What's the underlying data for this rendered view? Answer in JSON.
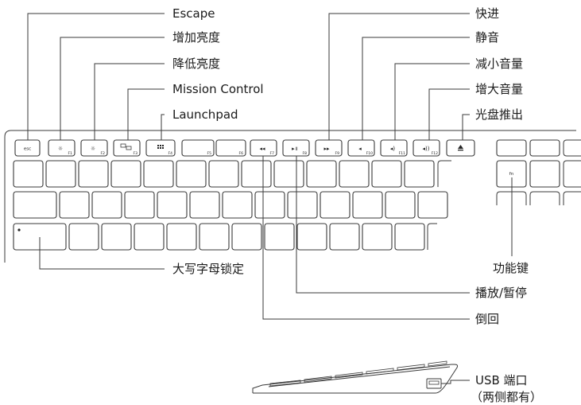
{
  "labels": {
    "escape": "Escape",
    "brightness_up": "增加亮度",
    "brightness_down": "降低亮度",
    "mission_control": "Mission Control",
    "launchpad": "Launchpad",
    "fast_forward": "快进",
    "mute": "静音",
    "volume_down": "减小音量",
    "volume_up": "增大音量",
    "eject": "光盘推出",
    "caps_lock": "大写字母锁定",
    "function_key": "功能键",
    "play_pause": "播放/暂停",
    "rewind": "倒回",
    "usb_port": "USB 端口",
    "usb_note": "（两侧都有）"
  },
  "keys": {
    "esc": "esc",
    "fn": "fn",
    "f1": "F1",
    "f2": "F2",
    "f3": "F3",
    "f4": "F4",
    "f5": "F5",
    "f6": "F6",
    "f7": "F7",
    "f8": "F8",
    "f9": "F9",
    "f10": "F10",
    "f11": "F11",
    "f12": "F12"
  },
  "icons": {
    "brightness_down": "sun-small-icon",
    "brightness_up": "sun-large-icon",
    "mission_control": "mission-control-icon",
    "launchpad": "launchpad-grid-icon",
    "rewind": "rewind-icon",
    "play_pause": "play-pause-icon",
    "fast_forward": "fast-forward-icon",
    "mute": "speaker-mute-icon",
    "volume_down": "speaker-low-icon",
    "volume_up": "speaker-high-icon",
    "eject": "eject-icon"
  }
}
